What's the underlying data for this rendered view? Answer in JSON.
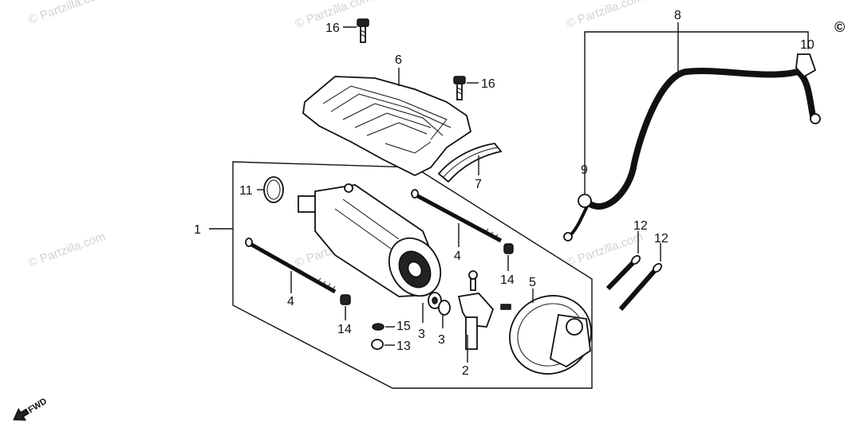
{
  "watermark": {
    "text": "© Partzilla.com"
  },
  "callouts": {
    "c1": "1",
    "c2": "2",
    "c3a": "3",
    "c3b": "3",
    "c4a": "4",
    "c4b": "4",
    "c5": "5",
    "c6": "6",
    "c7": "7",
    "c8": "8",
    "c9": "9",
    "c10": "10",
    "c11": "11",
    "c12a": "12",
    "c12b": "12",
    "c13": "13",
    "c14a": "14",
    "c14b": "14",
    "c15": "15",
    "c16a": "16",
    "c16b": "16"
  },
  "fwd_label": "FWD",
  "copyright_symbol": "©"
}
